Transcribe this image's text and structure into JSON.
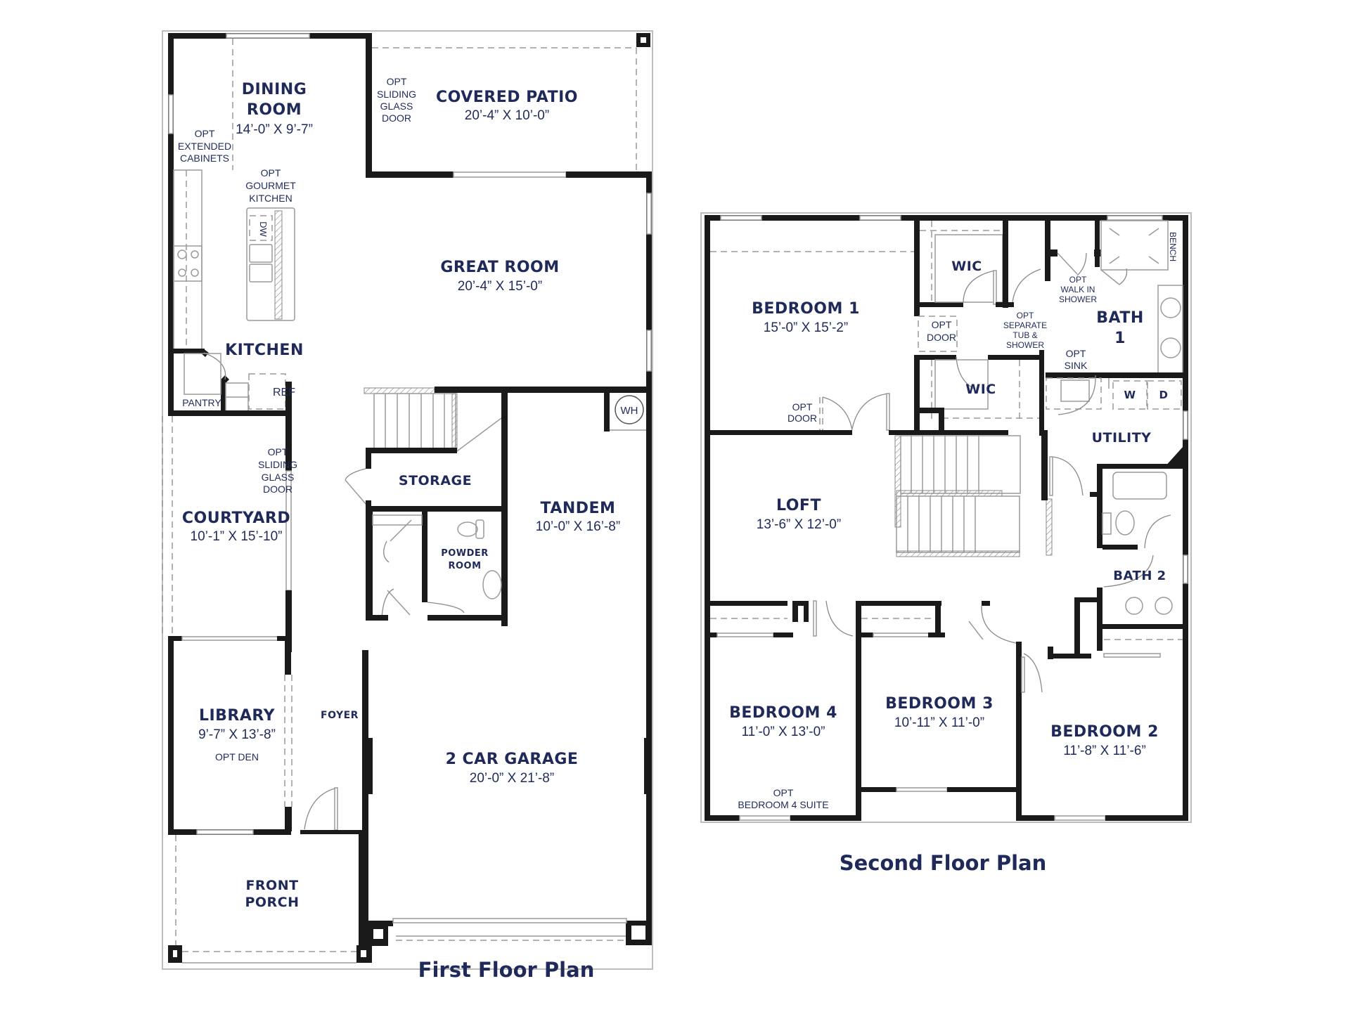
{
  "colors": {
    "label": "#1f2a5a",
    "wall": "#1a1a1a",
    "line": "#9a9a9a",
    "background": "#ffffff"
  },
  "first_floor": {
    "title": "First Floor Plan",
    "rooms": {
      "dining": {
        "name_line1": "DINING",
        "name_line2": "ROOM",
        "dims": "14’-0” X 9’-7”"
      },
      "covered_patio": {
        "name": "COVERED PATIO",
        "dims": "20’-4” X 10’-0”"
      },
      "great_room": {
        "name": "GREAT ROOM",
        "dims": "20’-4” X 15’-0”"
      },
      "kitchen": {
        "name": "KITCHEN"
      },
      "pantry": {
        "name": "PANTRY"
      },
      "ref": {
        "name": "REF"
      },
      "dw": {
        "name": "DW"
      },
      "courtyard": {
        "name": "COURTYARD",
        "dims": "10’-1” X 15’-10”"
      },
      "storage": {
        "name": "STORAGE"
      },
      "powder_room": {
        "name_line1": "POWDER",
        "name_line2": "ROOM"
      },
      "tandem": {
        "name": "TANDEM",
        "dims": "10’-0” X 16’-8”"
      },
      "wh": {
        "name": "WH"
      },
      "library": {
        "name": "LIBRARY",
        "dims": "9’-7” X 13’-8”",
        "option": "OPT DEN"
      },
      "foyer": {
        "name": "FOYER"
      },
      "garage": {
        "name": "2 CAR GARAGE",
        "dims": "20’-0” X 21’-8”"
      },
      "front_porch": {
        "name_line1": "FRONT",
        "name_line2": "PORCH"
      }
    },
    "notes": {
      "extended_cabinets": [
        "OPT",
        "EXTENDED",
        "CABINETS"
      ],
      "gourmet_kitchen": [
        "OPT",
        "GOURMET",
        "KITCHEN"
      ],
      "patio_sliding_door": [
        "OPT",
        "SLIDING",
        "GLASS",
        "DOOR"
      ],
      "courtyard_sliding_door": [
        "OPT",
        "SLIDING",
        "GLASS",
        "DOOR"
      ]
    }
  },
  "second_floor": {
    "title": "Second Floor Plan",
    "rooms": {
      "bedroom1": {
        "name": "BEDROOM 1",
        "dims": "15’-0” X 15’-2”"
      },
      "wic_top": {
        "name": "WIC"
      },
      "wic_bottom": {
        "name": "WIC"
      },
      "bath1": {
        "name_line1": "BATH",
        "name_line2": "1"
      },
      "bench": {
        "name": "BENCH"
      },
      "utility": {
        "name": "UTILITY"
      },
      "washer": {
        "name": "W"
      },
      "dryer": {
        "name": "D"
      },
      "loft": {
        "name": "LOFT",
        "dims": "13’-6” X 12’-0”"
      },
      "bath2": {
        "name": "BATH 2"
      },
      "bedroom4": {
        "name": "BEDROOM 4",
        "dims": "11’-0” X 13’-0”",
        "option_line1": "OPT",
        "option_line2": "BEDROOM 4 SUITE"
      },
      "bedroom3": {
        "name": "BEDROOM 3",
        "dims": "10’-11” X 11’-0”"
      },
      "bedroom2": {
        "name": "BEDROOM 2",
        "dims": "11’-8” X 11’-6”"
      }
    },
    "notes": {
      "opt_door_closet": [
        "OPT",
        "DOOR"
      ],
      "opt_door_bedroom": [
        "OPT",
        "DOOR"
      ],
      "separate_tub": [
        "OPT",
        "SEPARATE",
        "TUB &",
        "SHOWER"
      ],
      "walk_in_shower": [
        "OPT",
        "WALK IN",
        "SHOWER"
      ],
      "opt_sink": [
        "OPT",
        "SINK"
      ]
    }
  }
}
